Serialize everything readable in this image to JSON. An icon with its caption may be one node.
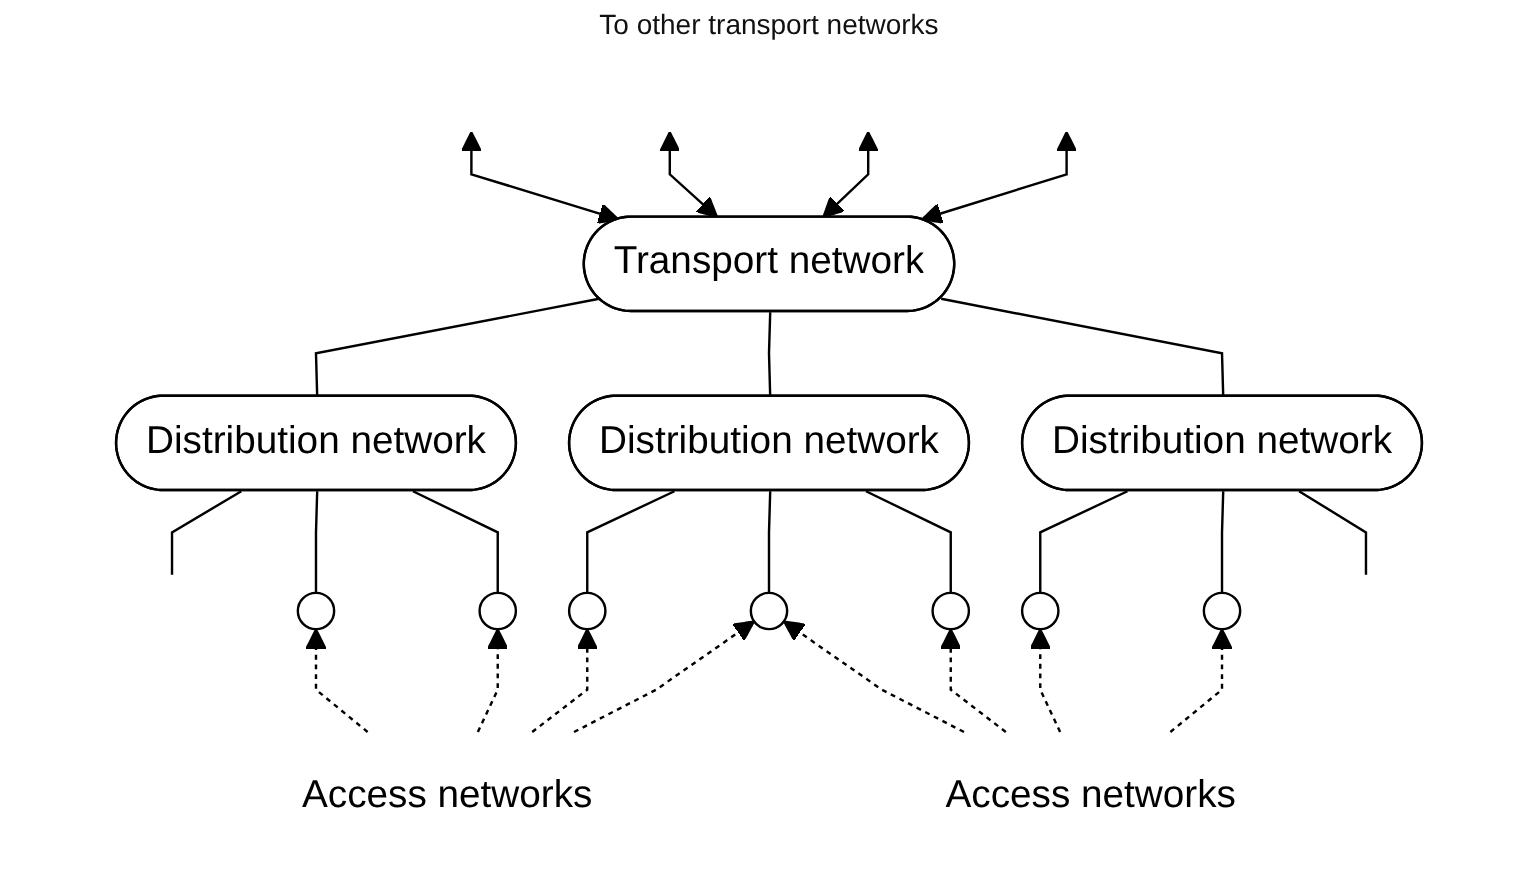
{
  "diagram": {
    "nodes": [
      {
        "text": [
          "Transport network"
        ]
      },
      {
        "text": [
          "Distribution network"
        ]
      },
      {
        "text": [
          "Distribution network"
        ]
      },
      {
        "text": [
          "Distribution network"
        ]
      },
      {
        "text": [],
        "shape": "circle"
      },
      {
        "text": [],
        "shape": "circle"
      },
      {
        "text": [],
        "shape": "circle"
      },
      {
        "text": [],
        "shape": "circle"
      },
      {
        "text": [],
        "shape": "circle"
      },
      {
        "text": [],
        "shape": "circle"
      },
      {
        "text": [],
        "shape": "circle"
      },
      {
        "text": [
          "Access networks"
        ]
      },
      {
        "text": [
          "Access networks"
        ]
      }
    ],
    "edges": [
      {
        "from": 0,
        "to": null,
        "arrow": "both"
      },
      {
        "from": 0,
        "to": null,
        "arrow": "both"
      },
      {
        "from": 0,
        "to": null,
        "arrow": "both"
      },
      {
        "from": 0,
        "to": null,
        "arrow": "both"
      },
      {
        "from": 1,
        "to": 0,
        "arrow": "none"
      },
      {
        "from": 2,
        "to": 0,
        "arrow": "none"
      },
      {
        "from": 3,
        "to": 0,
        "arrow": "none"
      },
      {
        "from": null,
        "to": 1,
        "arrow": "none"
      },
      {
        "from": 4,
        "to": 1,
        "arrow": "none"
      },
      {
        "from": 5,
        "to": 1,
        "arrow": "none"
      },
      {
        "from": 6,
        "to": 2,
        "arrow": "none"
      },
      {
        "from": 7,
        "to": 2,
        "arrow": "none"
      },
      {
        "from": 8,
        "to": 2,
        "arrow": "none"
      },
      {
        "from": 9,
        "to": 3,
        "arrow": "none"
      },
      {
        "from": 10,
        "to": 3,
        "arrow": "none"
      },
      {
        "from": null,
        "to": 3,
        "arrow": "none"
      },
      {
        "from": 11,
        "to": 4,
        "arrow": "to",
        "style": "dashed"
      },
      {
        "from": 11,
        "to": 5,
        "arrow": "to",
        "style": "dashed"
      },
      {
        "from": 11,
        "to": 6,
        "arrow": "to",
        "style": "dashed"
      },
      {
        "from": 11,
        "to": 7,
        "arrow": "to",
        "style": "dashed"
      },
      {
        "from": 12,
        "to": 7,
        "arrow": "to",
        "style": "dashed"
      },
      {
        "from": 12,
        "to": 8,
        "arrow": "to",
        "style": "dashed"
      },
      {
        "from": 12,
        "to": 9,
        "arrow": "to",
        "style": "dashed"
      },
      {
        "from": 12,
        "to": 10,
        "arrow": "to",
        "style": "dashed"
      }
    ],
    "labels": [
      "To other transport networks"
    ]
  }
}
